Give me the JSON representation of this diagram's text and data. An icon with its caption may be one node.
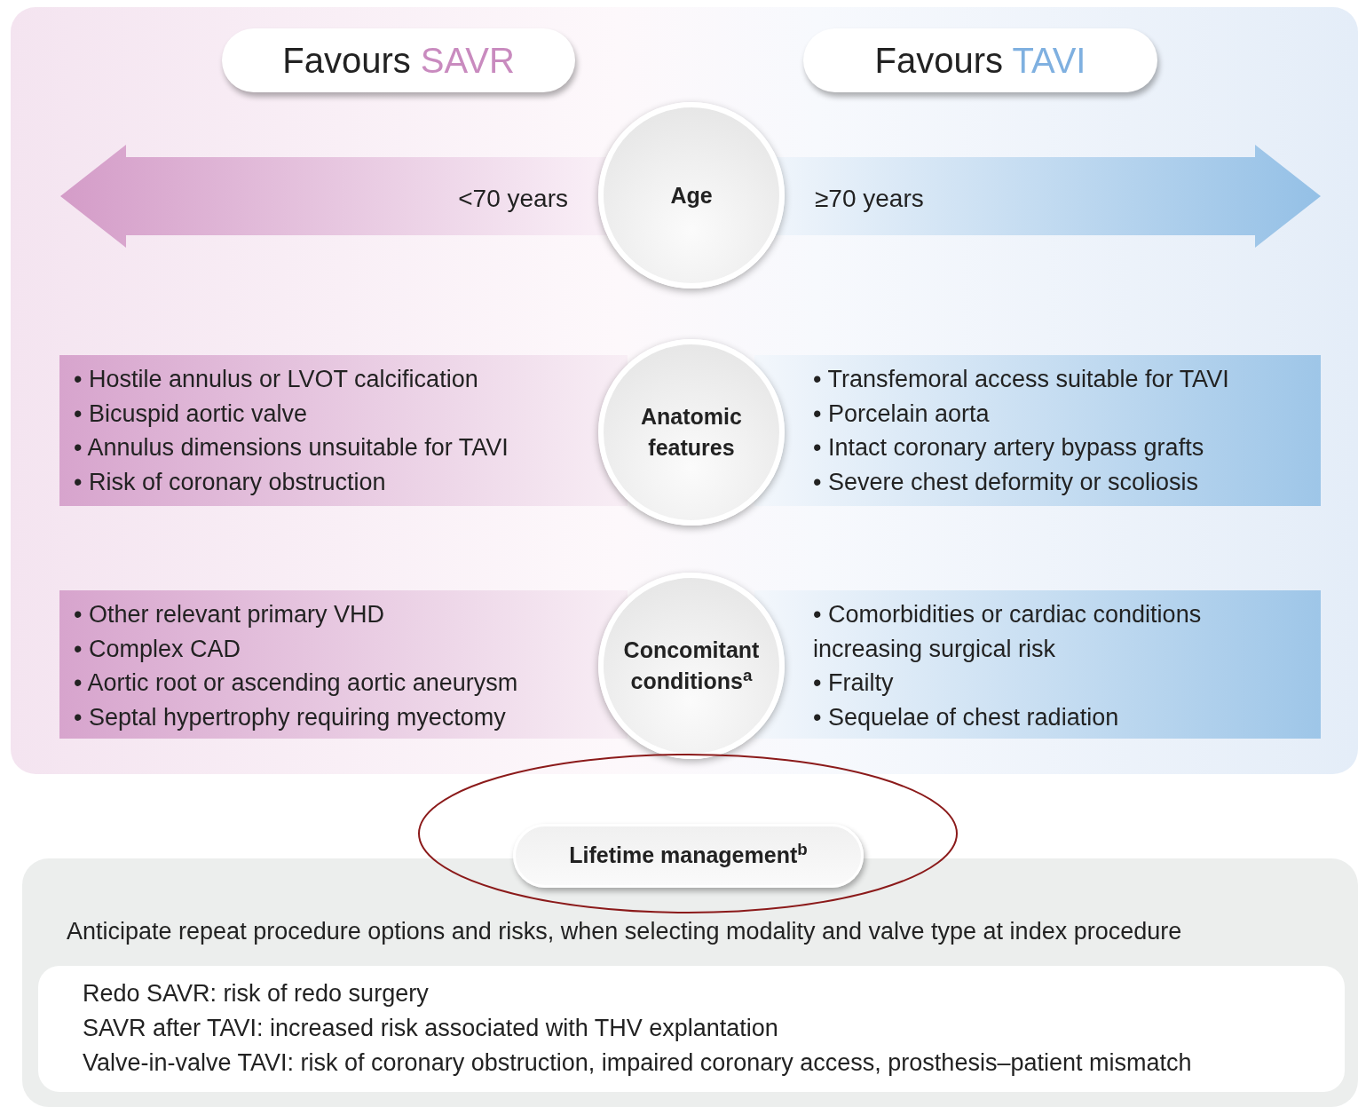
{
  "diagram": {
    "nodes": [
      {
        "text": [],
        "shape": "box"
      },
      {
        "text": [
          "Favours",
          "SAVR"
        ],
        "in": 0
      },
      {
        "text": [
          "Favours",
          "TAVI"
        ],
        "in": 0
      },
      {
        "text": [
          "<70 years",
          "≥70 years"
        ],
        "in": 0
      },
      {
        "text": [
          "Age"
        ],
        "in": 0
      },
      {
        "text": [
          "• Hostile annulus or LVOT calcification",
          "• Bicuspid aortic valve",
          "• Annulus dimensions unsuitable for TAVI",
          "• Risk of coronary obstruction"
        ],
        "in": 0
      },
      {
        "text": [
          "Anatomic features"
        ],
        "in": 0
      },
      {
        "text": [
          "• Transfemoral access suitable for TAVI",
          "• Porcelain aorta",
          "• Intact coronary artery bypass grafts",
          "• Severe chest deformity or scoliosis"
        ],
        "in": 0
      },
      {
        "text": [
          "• Other relevant primary VHD",
          "• Complex CAD",
          "• Aortic root or ascending aortic aneurysm",
          "• Septal hypertrophy requiring myectomy"
        ],
        "in": 0
      },
      {
        "text": [
          "Concomitant conditions$^{a}$"
        ],
        "in": 0
      },
      {
        "text": [
          "• Comorbidities or cardiac conditions increasing surgical risk",
          "• Frailty",
          "• Sequelae of chest radiation"
        ],
        "in": 0
      },
      {
        "text": [
          "Anticipate repeat procedure options and risks, when selecting modality and valve type at index procedure"
        ]
      },
      {
        "text": [],
        "shape": "ellipse"
      },
      {
        "text": [
          "Lifetime management$^{b}$"
        ],
        "in": 12
      },
      {
        "text": [
          "Redo SAVR: risk of redo surgery",
          "SAVR after TAVI: increased risk associated with THV explantation",
          "Valve-in-valve TAVI: risk of coronary obstruction, impaired coronary access, prosthesis–patient mismatch"
        ],
        "in": 11
      }
    ],
    "edges": []
  }
}
